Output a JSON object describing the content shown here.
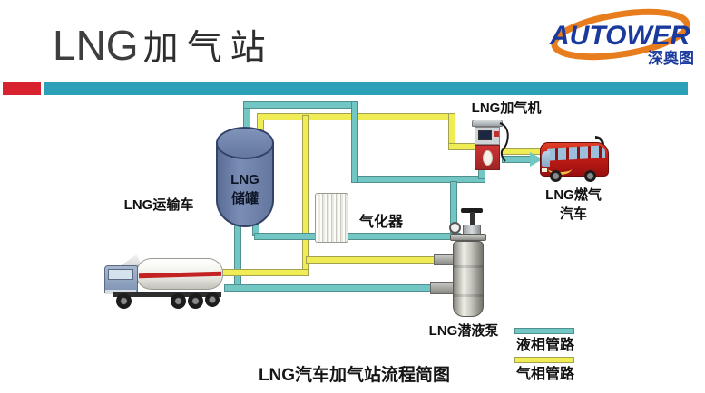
{
  "title": {
    "latin": "LNG",
    "chinese": "加气站"
  },
  "logo": {
    "brand": "AUTOWER",
    "sub": "深奥图",
    "brand_color": "#1b3a9e",
    "swoosh_color": "#e87d1e"
  },
  "accent_bars": {
    "red": "#d9222f",
    "teal": "#2ba0b6"
  },
  "diagram": {
    "caption": "LNG汽车加气站流程简图",
    "labels": {
      "tank_line1": "LNG",
      "tank_line2": "储罐",
      "truck": "LNG运输车",
      "vaporizer": "气化器",
      "dispenser": "LNG加气机",
      "vehicle_line1": "LNG燃气",
      "vehicle_line2": "汽车",
      "pump": "LNG潜液泵"
    },
    "legend": [
      {
        "label": "液相管路",
        "color": "#72c6c3"
      },
      {
        "label": "气相管路",
        "color": "#efec55"
      }
    ],
    "pipe_colors": {
      "liquid": "#72c6c3",
      "gas": "#efec55"
    }
  }
}
